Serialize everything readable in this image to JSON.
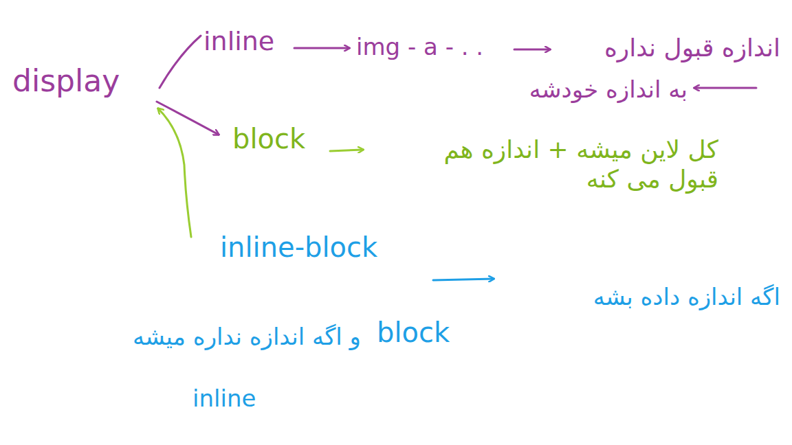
{
  "diagram": {
    "labels": [
      "display",
      "inline",
      "img - a - . .",
      "اندازه قبول نداره",
      "به اندازه خودشه",
      "block",
      "کل لاین میشه + اندازه هم قبول می کنه",
      "inline-block",
      "اگه اندازه داده بشه",
      "block",
      "و اگه اندازه نداره میشه",
      "inline"
    ]
  }
}
